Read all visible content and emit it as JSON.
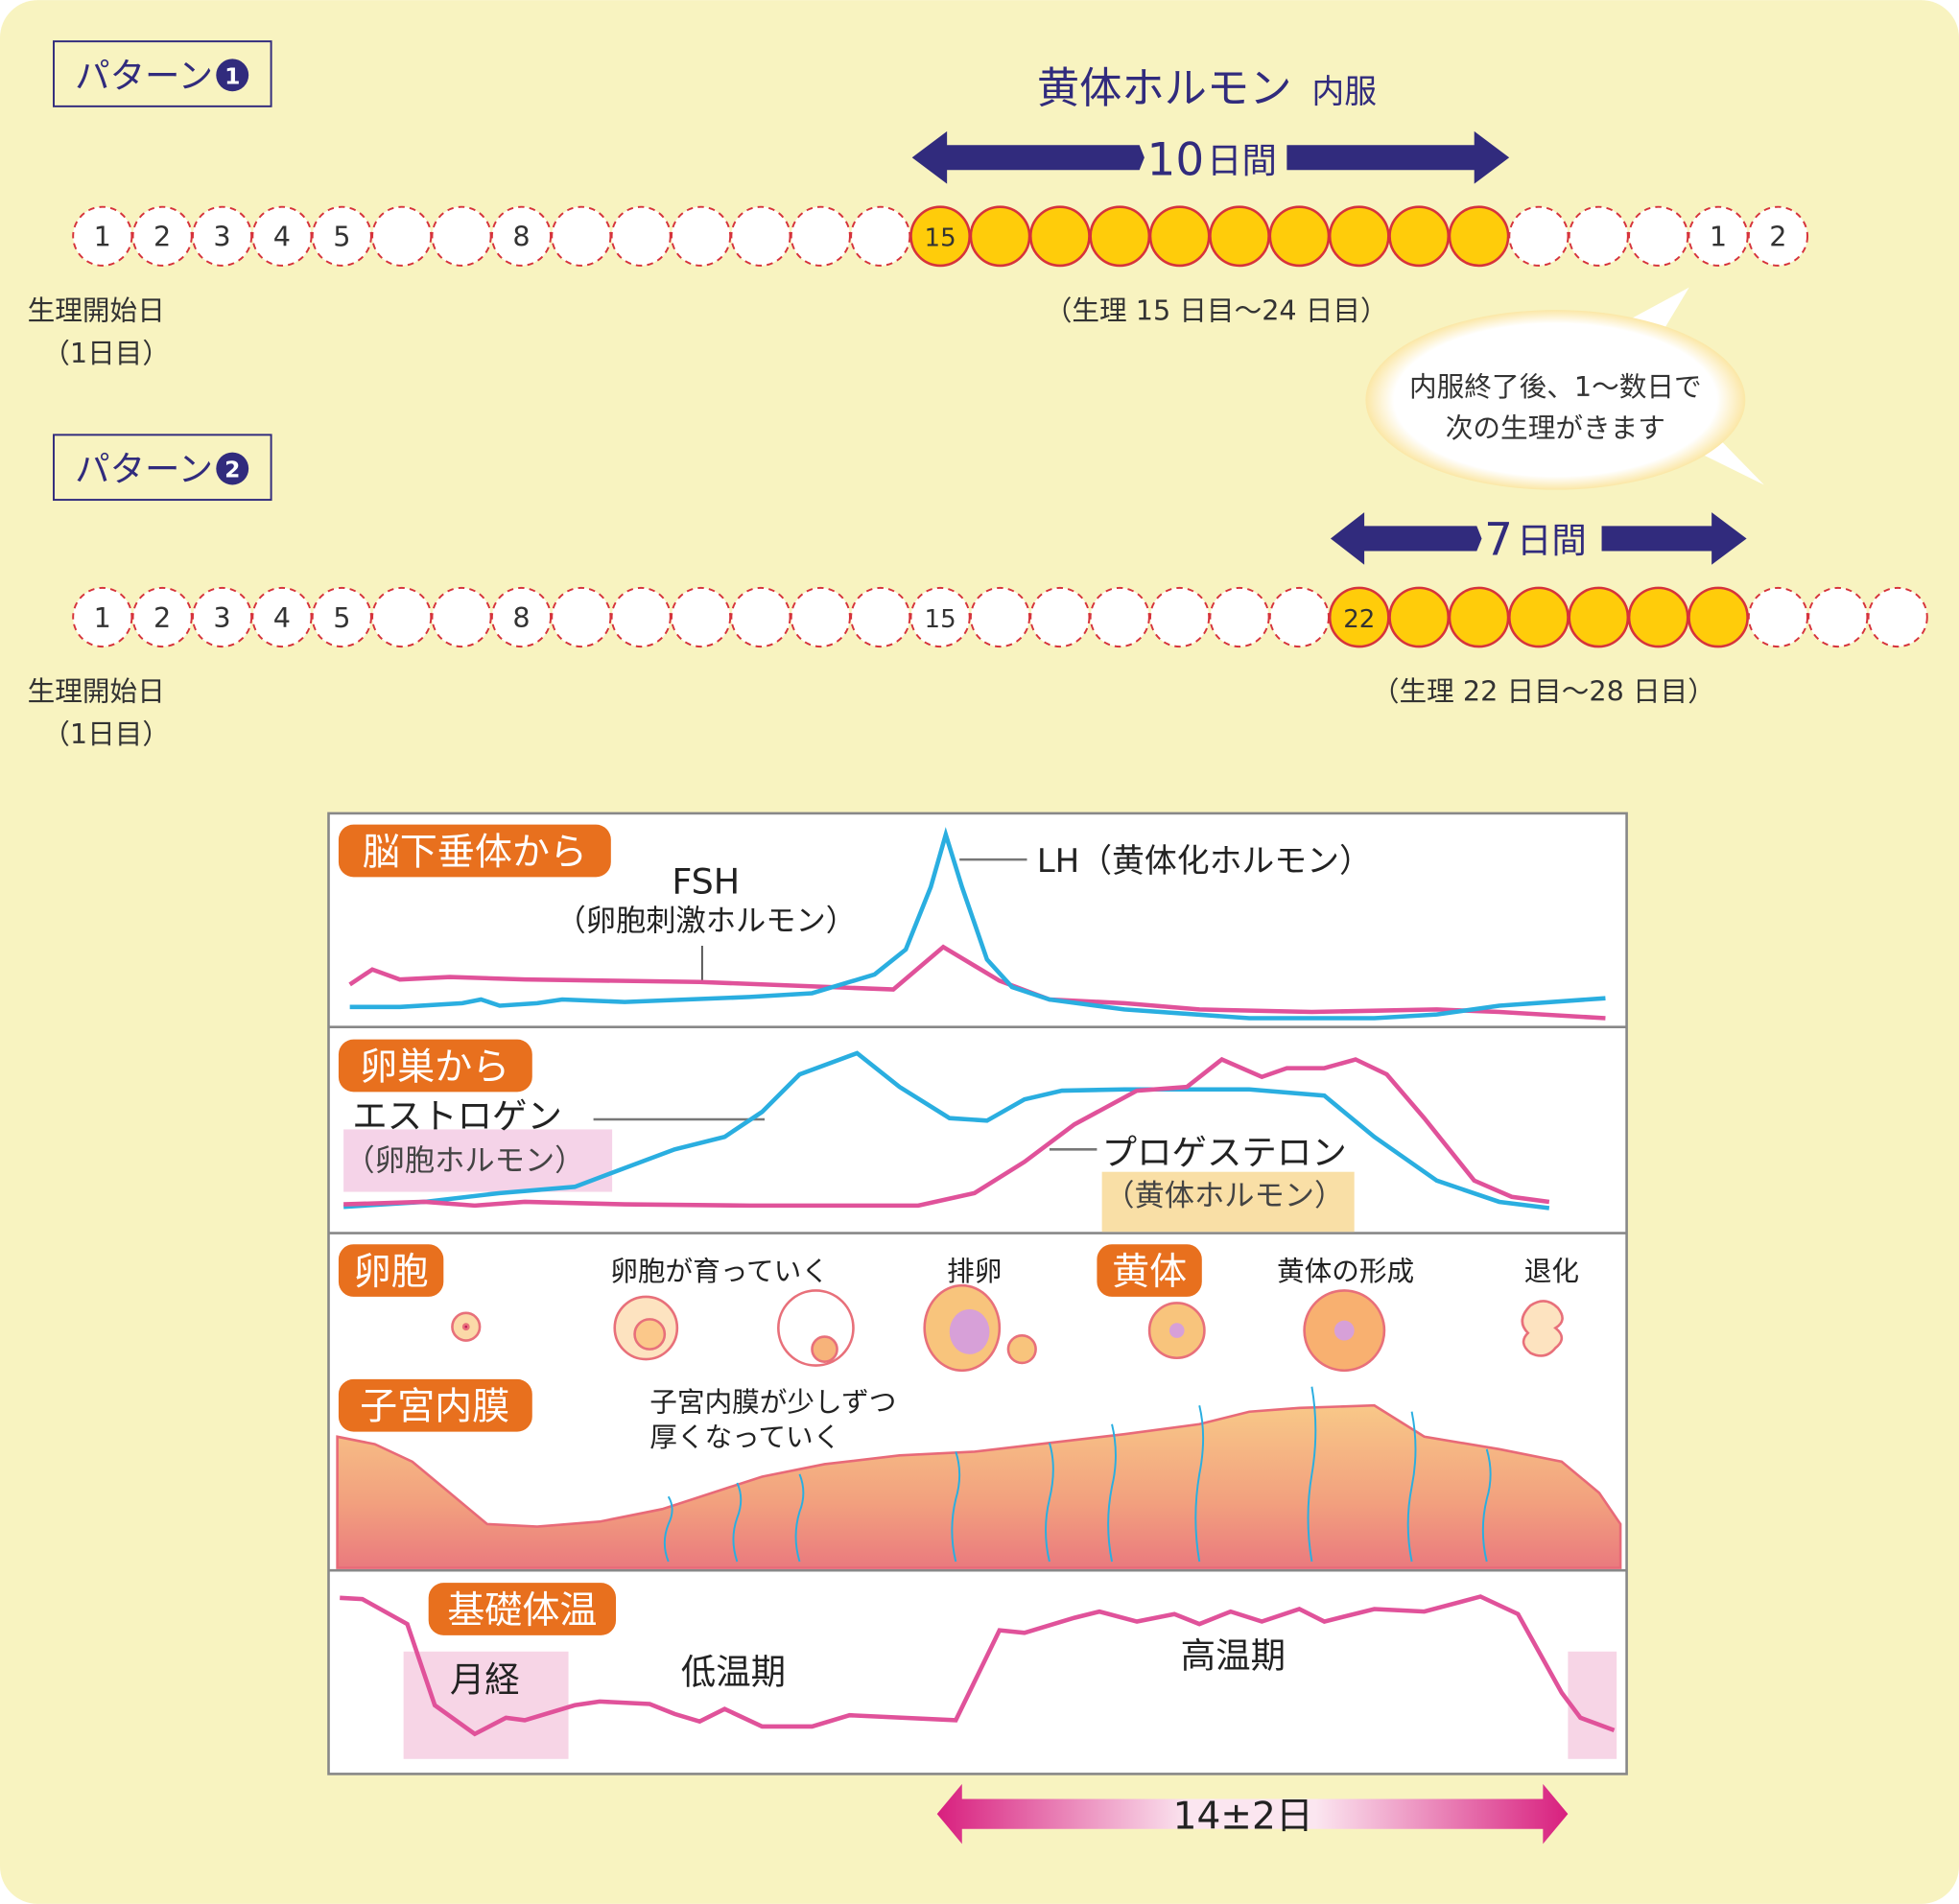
{
  "colors": {
    "background": "#f8f3c0",
    "navy": "#312b7d",
    "yellow": "#ffcc0a",
    "red_dash": "#d6333b",
    "pink": "#e0529a",
    "blue": "#2aaee0",
    "orange": "#e8701e"
  },
  "pattern1": {
    "label": "パターン",
    "number": "1",
    "title": "黄体ホルモン",
    "title_suffix": "内服",
    "duration": "10",
    "duration_unit": "日間",
    "days": [
      "1",
      "2",
      "3",
      "4",
      "5",
      "",
      "",
      "8",
      "",
      "",
      "",
      "",
      "",
      "",
      "15",
      "",
      "",
      "",
      "",
      "",
      "",
      "",
      "",
      "",
      "",
      "",
      "",
      "1",
      "2"
    ],
    "highlight_from_index": 14,
    "highlight_count": 10,
    "start_label": "生理開始日",
    "start_sub": "（1日目）",
    "range_label": "（生理 15 日目〜24 日目）"
  },
  "bubble": {
    "line1": "内服終了後、1〜数日で",
    "line2": "次の生理がきます"
  },
  "pattern2": {
    "label": "パターン",
    "number": "2",
    "duration": "7",
    "duration_unit": "日間",
    "days": [
      "1",
      "2",
      "3",
      "4",
      "5",
      "",
      "",
      "8",
      "",
      "",
      "",
      "",
      "",
      "",
      "15",
      "",
      "",
      "",
      "",
      "",
      "",
      "22",
      "",
      "",
      "",
      "",
      "",
      "",
      "",
      "",
      ""
    ],
    "highlight_from_index": 21,
    "highlight_count": 7,
    "start_label": "生理開始日",
    "start_sub": "（1日目）",
    "range_label": "（生理 22 日目〜28 日目）"
  },
  "diagram": {
    "pituitary": {
      "tag": "脳下垂体から",
      "fsh": "FSH",
      "fsh_sub": "（卵胞刺激ホルモン）",
      "lh": "LH（黄体化ホルモン）"
    },
    "ovary": {
      "tag": "卵巣から",
      "estrogen": "エストロゲン",
      "estrogen_sub": "（卵胞ホルモン）",
      "progesterone": "プロゲステロン",
      "progesterone_sub": "（黄体ホルモン）"
    },
    "follicle": {
      "tag": "卵胞",
      "growing": "卵胞が育っていく",
      "ovulation": "排卵",
      "corpus_tag": "黄体",
      "corpus_forming": "黄体の形成",
      "regression": "退化"
    },
    "endometrium": {
      "tag": "子宮内膜",
      "note1": "子宮内膜が少しずつ",
      "note2": "厚くなっていく"
    },
    "bbt": {
      "tag": "基礎体温",
      "menses": "月経",
      "low": "低温期",
      "high": "高温期"
    },
    "span": "14±2日"
  }
}
